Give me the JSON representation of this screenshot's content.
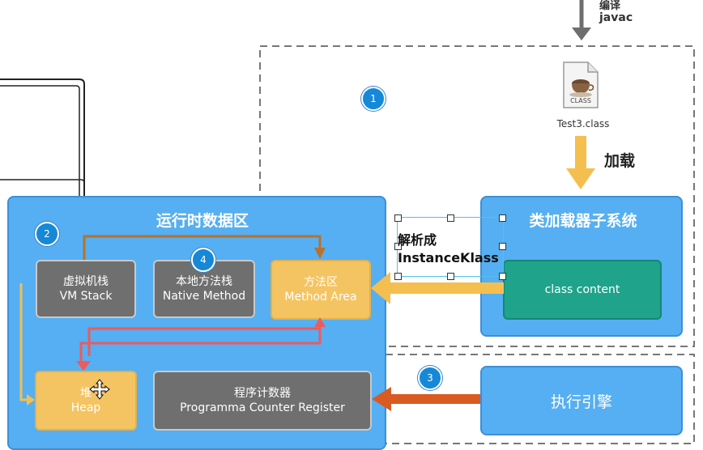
{
  "top": {
    "compile_label": "编译",
    "javac_label": "javac"
  },
  "class_file": {
    "icon_label": "CLASS",
    "filename": "Test3.class"
  },
  "load_label": "加载",
  "runtime_area": {
    "title": "运行时数据区",
    "vm_stack": {
      "cn": "虚拟机栈",
      "en": "VM Stack"
    },
    "native_method": {
      "cn": "本地方法栈",
      "en": "Native Method"
    },
    "method_area": {
      "cn": "方法区",
      "en": "Method Area"
    },
    "heap": {
      "cn": "堆",
      "en": "Heap"
    },
    "pc_register": {
      "cn": "程序计数器",
      "en": "Programma Counter Register"
    }
  },
  "class_loader": {
    "title": "类加载器子系统",
    "content": "class content"
  },
  "parse_label": {
    "line1": "解析成",
    "line2": "InstanceKlass"
  },
  "execution_engine": {
    "title": "执行引擎"
  },
  "badges": [
    "1",
    "2",
    "3",
    "4"
  ],
  "colors": {
    "panel_blue": "#55aff2",
    "gray_box": "#6f6f6f",
    "yellow_box": "#f5c462",
    "teal": "#1fa38b",
    "orange_arrow": "#d95b22",
    "red_arrow": "#ef5a5a",
    "brown_arrow": "#b8722b"
  }
}
